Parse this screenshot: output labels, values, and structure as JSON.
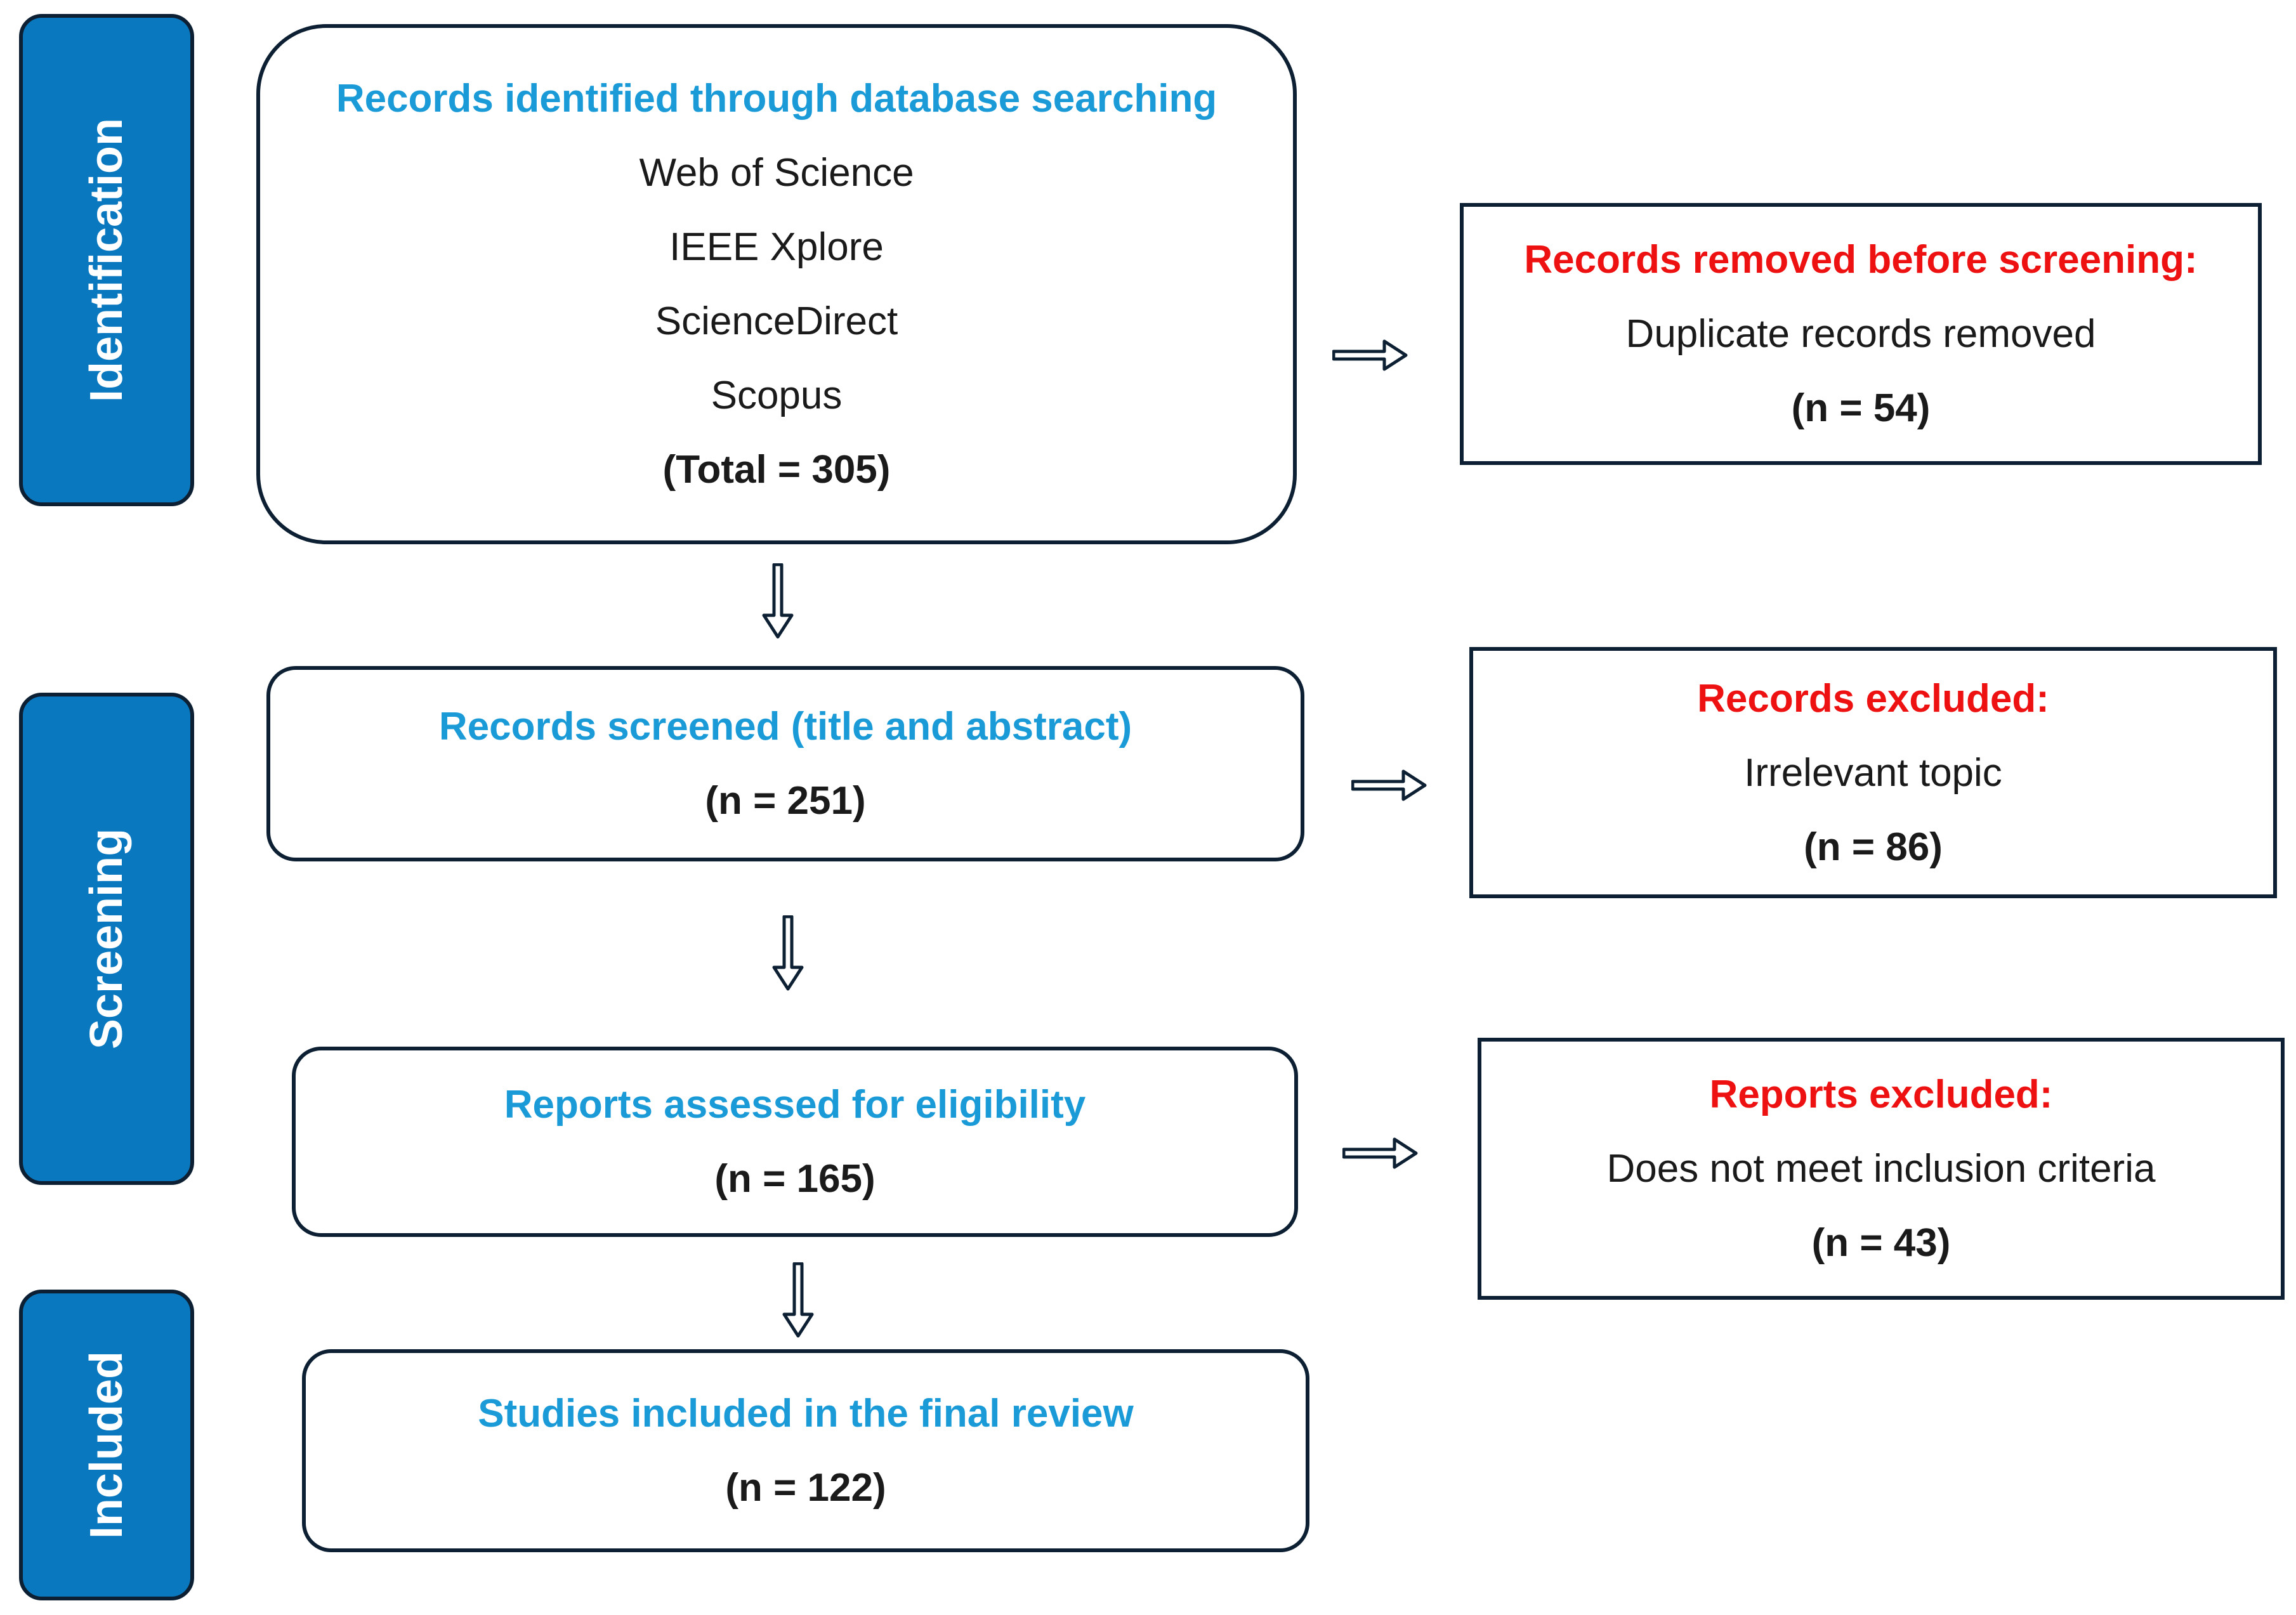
{
  "phases": {
    "identification": "Identification",
    "screening": "Screening",
    "included": "Included"
  },
  "identification_box": {
    "title": "Records identified through database searching",
    "sources": [
      "Web of Science",
      "IEEE Xplore",
      "ScienceDirect",
      "Scopus"
    ],
    "total": "(Total = 305)"
  },
  "removed_box": {
    "title": "Records removed before screening:",
    "reason": "Duplicate records removed",
    "count": "(n = 54)"
  },
  "screened_box": {
    "title": "Records screened (title and abstract)",
    "count": "(n = 251)"
  },
  "excluded_box": {
    "title": "Records excluded:",
    "reason": "Irrelevant topic",
    "count": "(n = 86)"
  },
  "eligibility_box": {
    "title": "Reports assessed for eligibility",
    "count": "(n = 165)"
  },
  "reports_excluded_box": {
    "title": "Reports excluded:",
    "reason": "Does not meet inclusion criteria",
    "count": "(n = 43)"
  },
  "included_box": {
    "title": "Studies included in the final review",
    "count": "(n = 122)"
  },
  "colors": {
    "phase_fill": "#0a78bf",
    "border": "#0d2033",
    "title_blue": "#1a9bd7",
    "title_red": "#ee1111"
  }
}
